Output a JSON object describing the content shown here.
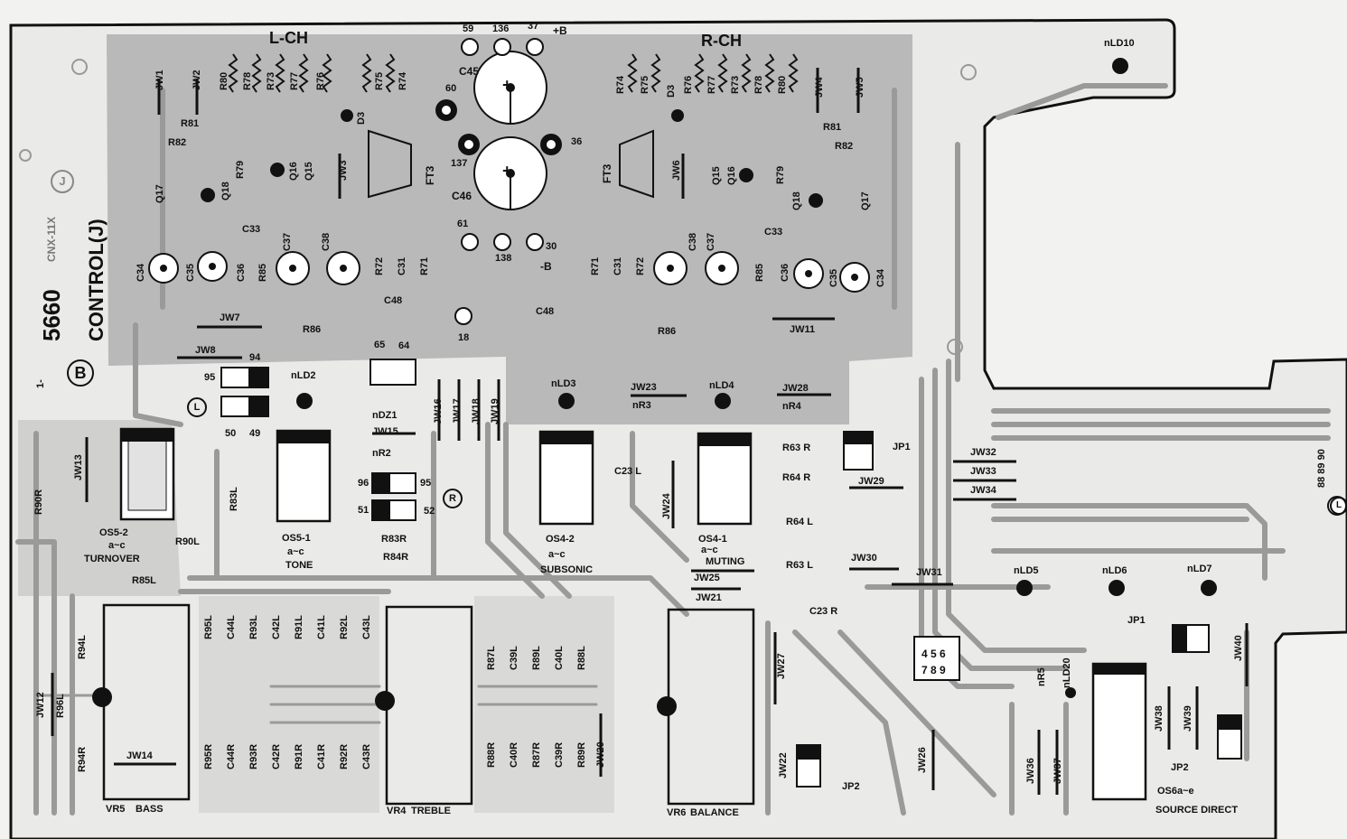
{
  "board": {
    "part_number_fragment": "1-",
    "part_number": "5660",
    "part_suffix": "CNX-11X",
    "title": "CONTROL(J)",
    "side_mark": "B",
    "stamp": "J"
  },
  "channels": {
    "left": "L-CH",
    "right": "R-CH"
  },
  "power": {
    "pos": "+B",
    "neg": "-B"
  },
  "capacitors_big": [
    "C45",
    "C46"
  ],
  "pins_top": [
    "59",
    "136",
    "37"
  ],
  "pins_mid": [
    "60",
    "137",
    "36"
  ],
  "pins_bot": [
    "61",
    "138",
    "30"
  ],
  "fets": {
    "left": "FT3",
    "right": "FT3"
  },
  "left_resistors": [
    "R80",
    "R78",
    "R73",
    "R77",
    "R76",
    "R75",
    "R74"
  ],
  "right_resistors": [
    "R74",
    "R75",
    "R76",
    "R77",
    "R73",
    "R78",
    "R80"
  ],
  "jumpers_top_left": [
    "JW1",
    "JW2",
    "JW3"
  ],
  "jumpers_top_right": [
    "JW4",
    "JW5",
    "JW6"
  ],
  "transistors_left": [
    "Q17",
    "Q18",
    "Q16",
    "Q15"
  ],
  "transistors_right": [
    "Q15",
    "Q16",
    "Q18",
    "Q17"
  ],
  "small_parts_left": [
    "R81",
    "R82",
    "R79",
    "C33",
    "C34",
    "C35",
    "C36",
    "R85",
    "C37",
    "C38",
    "R72",
    "C31",
    "R71",
    "C48",
    "R86",
    "JW7",
    "JW8"
  ],
  "small_parts_right": [
    "R81",
    "R82",
    "R79",
    "C33",
    "R71",
    "C31",
    "R72",
    "C38",
    "C37",
    "R85",
    "C36",
    "C35",
    "C34",
    "C48",
    "R86",
    "JW11"
  ],
  "diodes": [
    "D3",
    "D3"
  ],
  "leds": [
    "nLD2",
    "nLD3",
    "nLD4",
    "nLD5",
    "nLD6",
    "nLD7",
    "nLD10",
    "nLD20"
  ],
  "mid_labels": [
    "nDZ1",
    "JW15",
    "nR2",
    "JW16",
    "JW17",
    "JW18",
    "JW19",
    "JW23",
    "nR3",
    "JW28",
    "nR4",
    "R63 R",
    "R64 R",
    "R64 L",
    "R63 L",
    "C23 L",
    "C23 R",
    "JW24",
    "JW25",
    "JW21",
    "JW29",
    "JW30",
    "JW31",
    "JW32",
    "JW33",
    "JW34",
    "JP1",
    "JP2",
    "nR5"
  ],
  "connector_pins": {
    "a": "94",
    "b": "95",
    "c": "50",
    "d": "49",
    "e": "96",
    "f": "95",
    "g": "51",
    "h": "52",
    "i": "65",
    "j": "64",
    "k": "18"
  },
  "switches": [
    {
      "id": "OS5-2",
      "sub": "a~c",
      "name": "TURNOVER"
    },
    {
      "id": "OS5-1",
      "sub": "a~c",
      "name": "TONE"
    },
    {
      "id": "OS4-2",
      "sub": "a~c",
      "name": "SUBSONIC"
    },
    {
      "id": "OS4-1",
      "sub": "a~c",
      "name": "MUTING"
    },
    {
      "id": "OS6a~e",
      "sub": "",
      "name": "SOURCE DIRECT"
    }
  ],
  "pots": [
    {
      "id": "VR5",
      "name": "BASS"
    },
    {
      "id": "VR4",
      "name": "TREBLE"
    },
    {
      "id": "VR6",
      "name": "BALANCE"
    }
  ],
  "bass_parts_l": [
    "R95L",
    "C44L",
    "R93L",
    "C42L",
    "R91L",
    "C41L",
    "R92L",
    "C43L"
  ],
  "bass_parts_r": [
    "R95R",
    "C44R",
    "R93R",
    "C42R",
    "R91R",
    "C41R",
    "R92R",
    "C43R"
  ],
  "treble_parts_l": [
    "R87L",
    "C39L",
    "R89L",
    "C40L",
    "R88L"
  ],
  "treble_parts_r": [
    "R88R",
    "C40R",
    "R87R",
    "C39R",
    "R89R",
    "JW20"
  ],
  "left_edge_parts": [
    "R90R",
    "JW13",
    "R90L",
    "R85L",
    "R94L",
    "R94R",
    "JW12",
    "R96L",
    "R83L",
    "R83R",
    "R84R",
    "JW14"
  ],
  "right_edge": [
    "JW22",
    "JW27",
    "JW26",
    "JW36",
    "JW37",
    "JW38",
    "JW39",
    "JW40",
    "JP1",
    "JP2"
  ],
  "ic_pins": [
    "4 5 6",
    "7 8 9"
  ],
  "edge_conn": "88 89 90",
  "circle_marks": [
    "L",
    "R",
    "L"
  ],
  "colors": {
    "board": "#b9b9b9",
    "ink": "#111111",
    "paper": "#f2f2f0"
  }
}
